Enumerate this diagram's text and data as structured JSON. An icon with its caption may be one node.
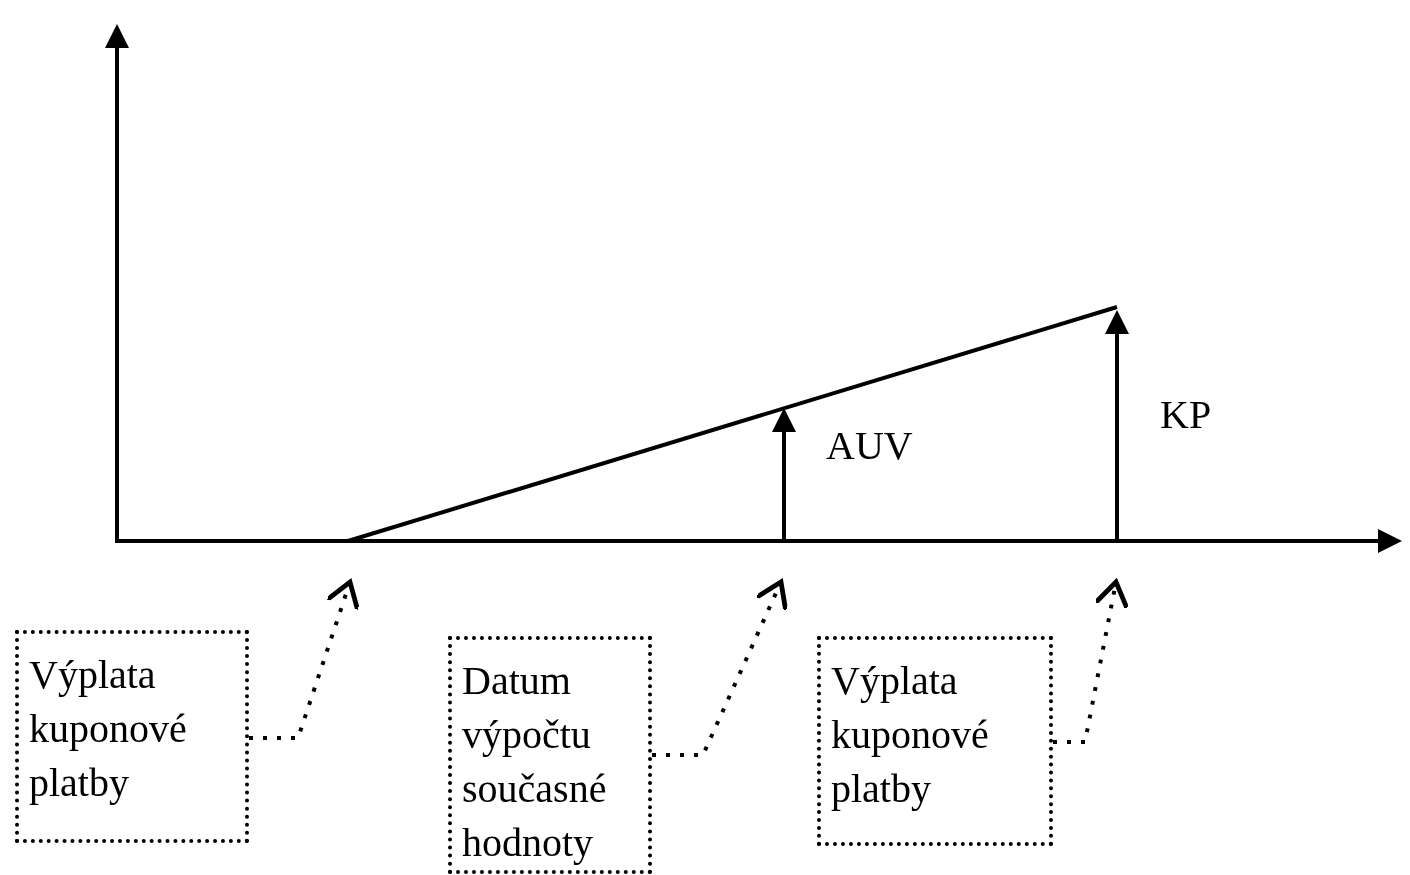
{
  "diagram": {
    "nodes": [
      {
        "text": [
          "Výplata kuponové platby"
        ]
      },
      {
        "text": [
          "Datum výpočtu současné hodnoty"
        ]
      },
      {
        "text": [
          "Výplata kuponové platby"
        ]
      }
    ],
    "edges": [
      {
        "from": 0,
        "to": null,
        "arrow": "to",
        "style": "dashed"
      },
      {
        "from": 1,
        "to": null,
        "arrow": "to",
        "style": "dashed"
      },
      {
        "from": 2,
        "to": null,
        "arrow": "to",
        "style": "dashed"
      }
    ],
    "labels": [
      "AUV",
      "KP"
    ]
  }
}
